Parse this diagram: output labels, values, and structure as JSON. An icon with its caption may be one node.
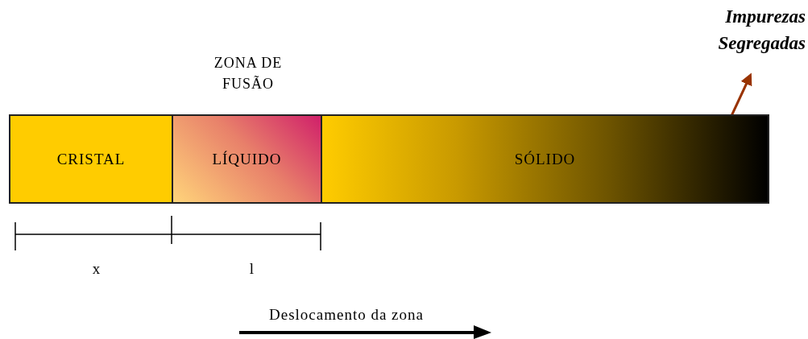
{
  "diagram": {
    "nodes": [
      {
        "text": [
          "CRISTAL"
        ]
      },
      {
        "text": [
          "ZONA DE FUSÃO",
          "LÍQUIDO"
        ]
      },
      {
        "text": [
          "SÓLIDO"
        ]
      },
      {
        "text": [
          "Impurezas Segregadas"
        ]
      }
    ],
    "edges": [
      {
        "from": 2,
        "to": 3,
        "arrow": "to",
        "color": "#993300"
      }
    ],
    "labels": [
      "x",
      "l",
      "Deslocamento da zona"
    ]
  }
}
